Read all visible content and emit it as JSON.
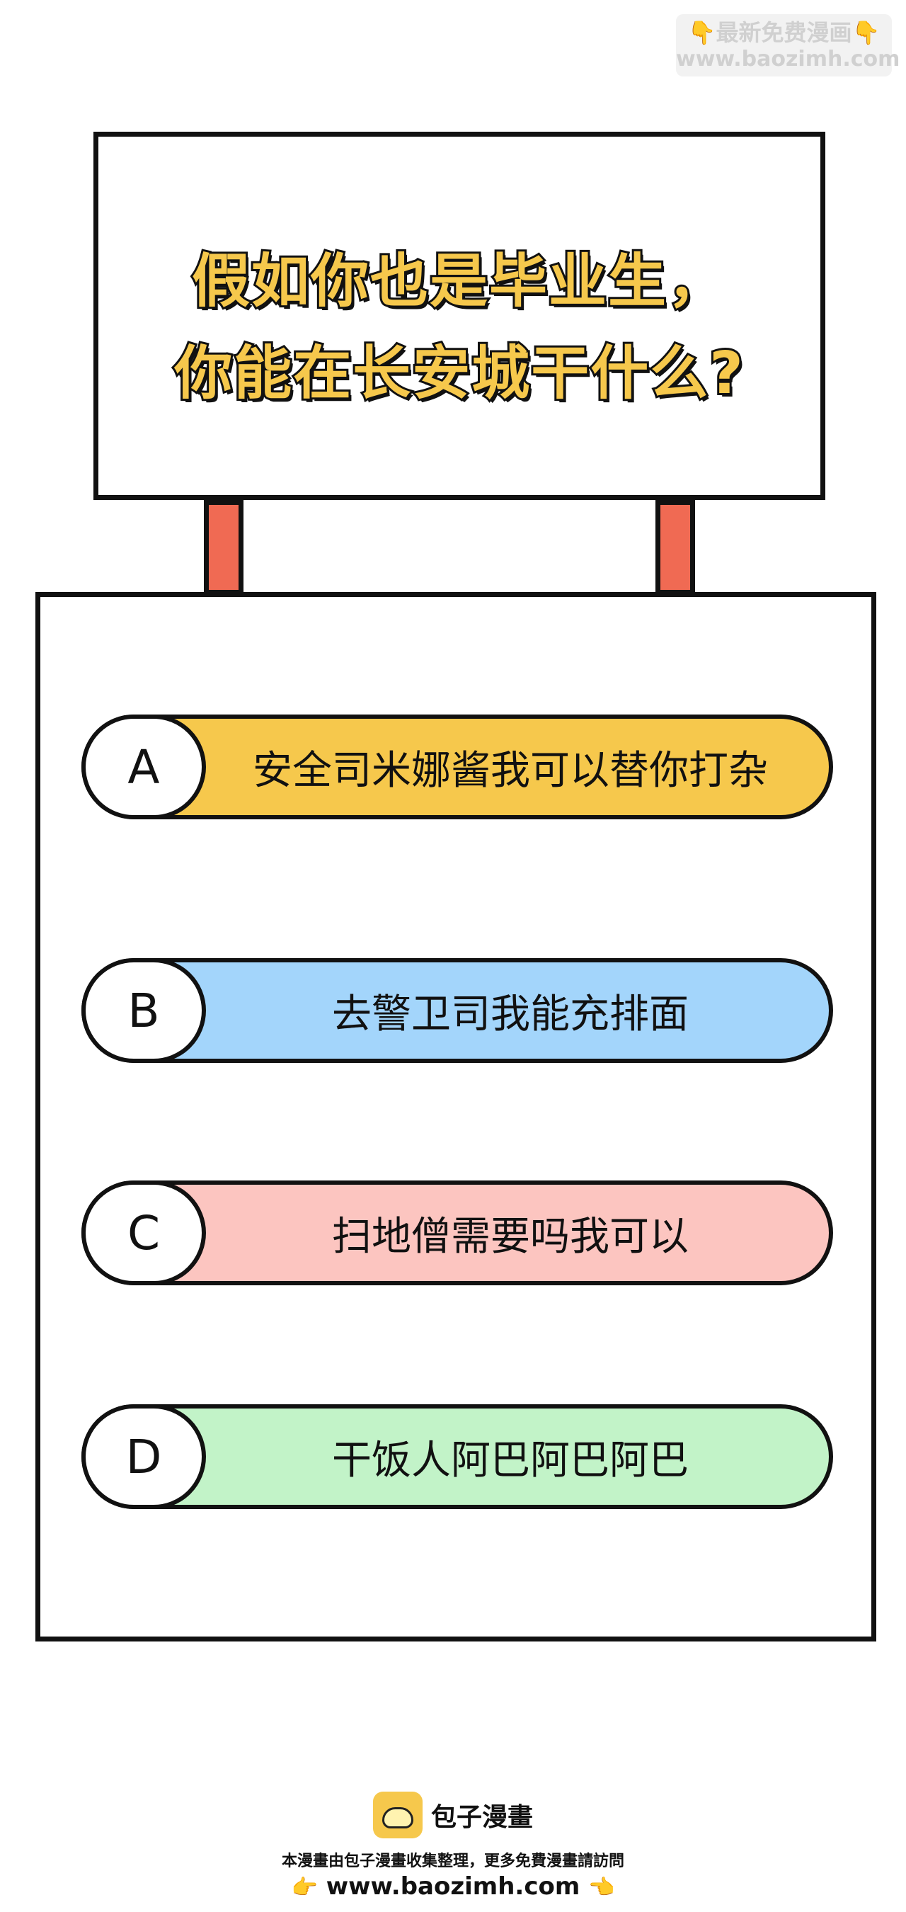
{
  "watermark": {
    "line1": "最新免费漫画",
    "line2": "www.baozimh.com",
    "emoji": "👇"
  },
  "sign": {
    "title_line1": "假如你也是毕业生，",
    "title_line2": "你能在长安城干什么?"
  },
  "options": [
    {
      "letter": "A",
      "text": "安全司米娜酱我可以替你打杂",
      "color": "#f6c84c"
    },
    {
      "letter": "B",
      "text": "去警卫司我能充排面",
      "color": "#a3d5fb"
    },
    {
      "letter": "C",
      "text": "扫地僧需要吗我可以",
      "color": "#fcc5c0"
    },
    {
      "letter": "D",
      "text": "干饭人阿巴阿巴阿巴",
      "color": "#c2f3c8"
    }
  ],
  "footer": {
    "brand": "包子漫畫",
    "credit": "本漫畫由包子漫畫收集整理，更多免費漫畫請訪問",
    "url": "www.baozimh.com",
    "hand_left": "👉",
    "hand_right": "👈"
  },
  "colors": {
    "accent_yellow": "#f6c84c",
    "post_red": "#f06a53"
  }
}
